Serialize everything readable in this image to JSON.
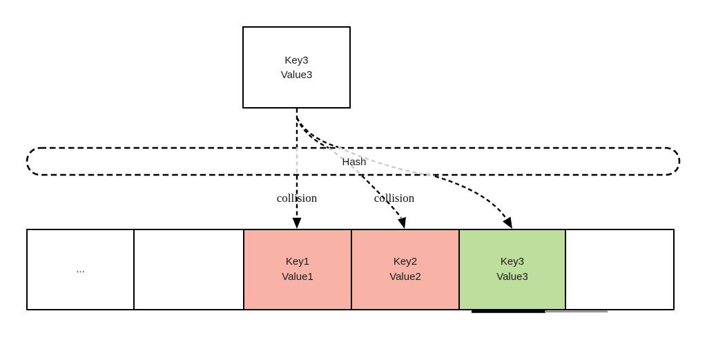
{
  "diagram": {
    "source_node": {
      "key": "Key3",
      "value": "Value3"
    },
    "hash": {
      "label": "Hash"
    },
    "collisions": [
      "collision",
      "collision"
    ],
    "table": {
      "slots": [
        {
          "key": "...",
          "value": "",
          "state": "ellipsis"
        },
        {
          "key": "",
          "value": "",
          "state": "empty"
        },
        {
          "key": "Key1",
          "value": "Value1",
          "state": "occupied"
        },
        {
          "key": "Key2",
          "value": "Value2",
          "state": "occupied"
        },
        {
          "key": "Key3",
          "value": "Value3",
          "state": "placed"
        },
        {
          "key": "",
          "value": "",
          "state": "empty"
        }
      ]
    },
    "colors": {
      "occupied": "#f8b2a6",
      "placed": "#bedf9c",
      "stroke": "#000000",
      "faded": "#cccccc"
    }
  }
}
